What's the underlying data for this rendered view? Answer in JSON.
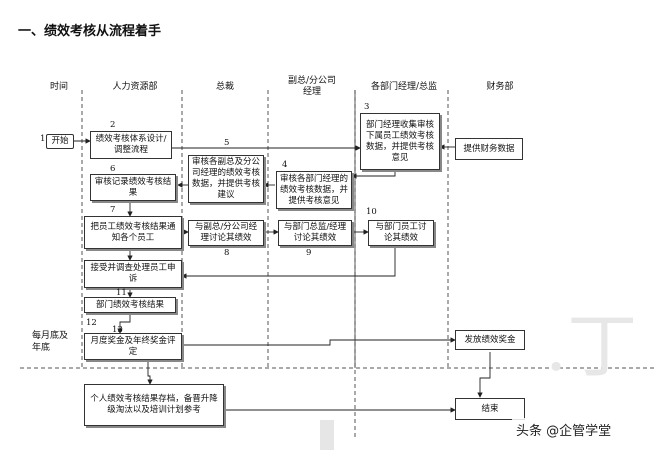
{
  "title": "一、绩效考核从流程着手",
  "columns": [
    "时间",
    "人力资源部",
    "总裁",
    "副总/分公司经理",
    "各部门经理/总监",
    "财务部"
  ],
  "row_label": "每月底及年底",
  "nodes": {
    "start": "开始",
    "n2": "绩效考核体系设计/调整流程",
    "n3": "部门经理收集审核下属员工绩效考核数据，并提供考核意见",
    "fin_data": "提供财务数据",
    "n4": "审核各部门经理的绩效考核数据，并提供考核意见",
    "n5": "审核各副总及分公司经理的绩效考核数据，并提供考核建议",
    "n6": "审核记录绩效考核结果",
    "n7": "把员工绩效考核结果通知各个员工",
    "n8": "与副总/分公司经理讨论其绩效",
    "n9": "与部门总监/经理讨论其绩效",
    "n10": "与部门员工讨论其绩效",
    "n_appeal": "接受并调查处理员工申诉",
    "n11": "部门绩效考核结果",
    "n13": "月度奖金及年终奖金评定",
    "bonus": "发放绩效奖金",
    "archive": "个人绩效考核结果存档，备晋升降级淘汰以及培训计划参考",
    "end": "结束"
  },
  "numbers": [
    "1",
    "2",
    "3",
    "4",
    "5",
    "6",
    "7",
    "8",
    "9",
    "10",
    "11",
    "12",
    "13"
  ],
  "watermark": ".丁",
  "footer": "头条 @企管学堂"
}
